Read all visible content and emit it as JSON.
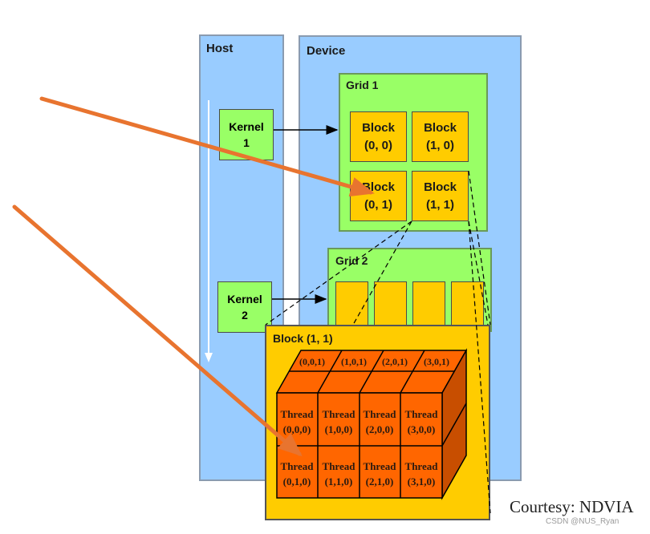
{
  "host": {
    "label": "Host",
    "kernels": [
      {
        "line1": "Kernel",
        "line2": "1"
      },
      {
        "line1": "Kernel",
        "line2": "2"
      }
    ]
  },
  "device": {
    "label": "Device"
  },
  "grid1": {
    "label": "Grid 1",
    "blocks": [
      {
        "line1": "Block",
        "line2": "(0, 0)"
      },
      {
        "line1": "Block",
        "line2": "(1, 0)"
      },
      {
        "line1": "Block",
        "line2": "(0, 1)"
      },
      {
        "line1": "Block",
        "line2": "(1, 1)"
      }
    ]
  },
  "grid2": {
    "label": "Grid 2"
  },
  "block_detail": {
    "label": "Block (1, 1)",
    "top_labels": [
      "(0,0,1)",
      "(1,0,1)",
      "(2,0,1)",
      "(3,0,1)"
    ],
    "threads": [
      {
        "line1": "Thread",
        "line2": "(0,0,0)"
      },
      {
        "line1": "Thread",
        "line2": "(1,0,0)"
      },
      {
        "line1": "Thread",
        "line2": "(2,0,0)"
      },
      {
        "line1": "Thread",
        "line2": "(3,0,0)"
      },
      {
        "line1": "Thread",
        "line2": "(0,1,0)"
      },
      {
        "line1": "Thread",
        "line2": "(1,1,0)"
      },
      {
        "line1": "Thread",
        "line2": "(2,1,0)"
      },
      {
        "line1": "Thread",
        "line2": "(3,1,0)"
      }
    ]
  },
  "credit": "Courtesy: NDVIA",
  "watermark": "CSDN @NUS_Ryan",
  "colors": {
    "host_device_bg": "#99CCFF",
    "grid_bg": "#99FF66",
    "block_bg": "#FFCC00",
    "thread_front": "#FF6600",
    "annotation_arrow": "#E8742F"
  }
}
